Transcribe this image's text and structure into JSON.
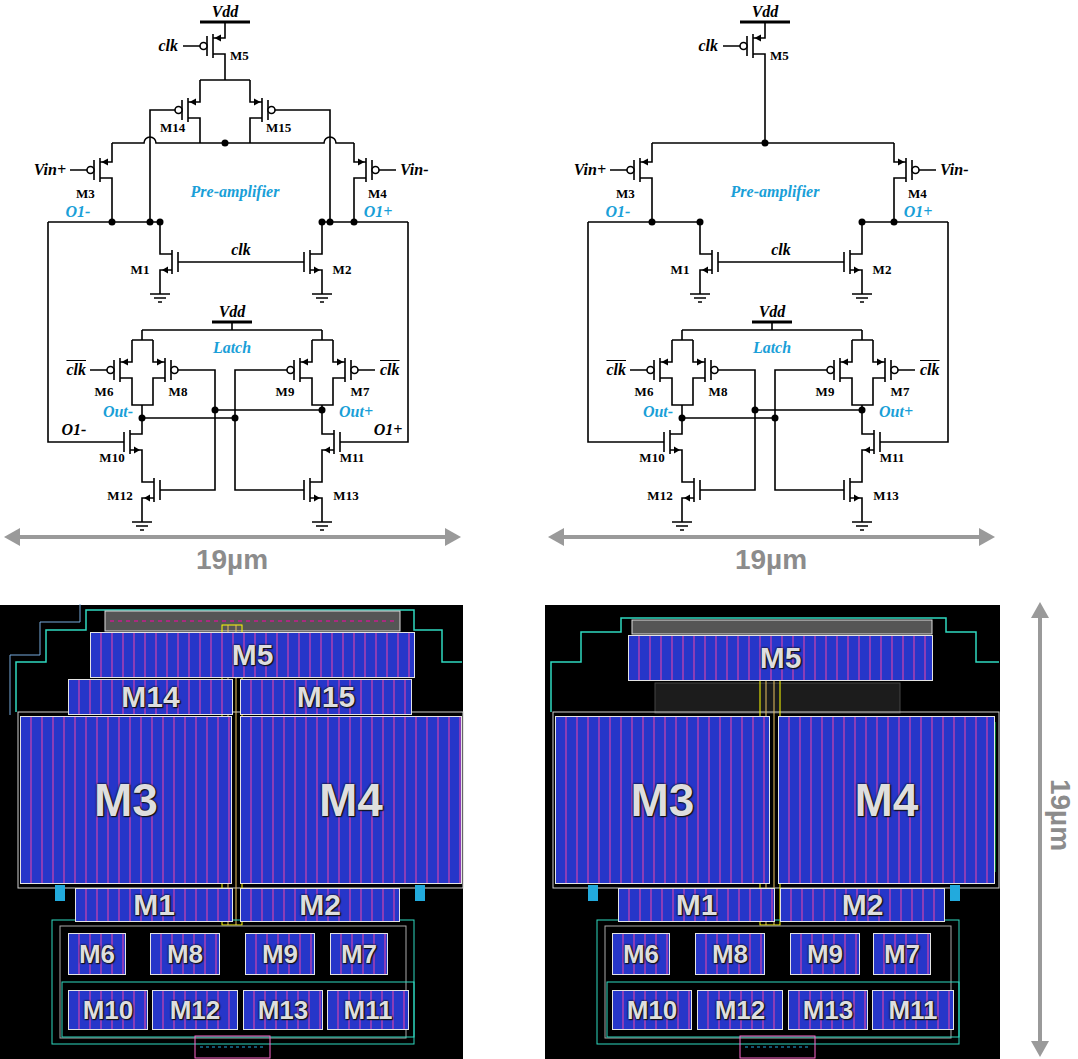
{
  "diagram": {
    "nodes": [
      {
        "text": [
          "M5"
        ]
      },
      {
        "text": [
          "M14"
        ]
      },
      {
        "text": [
          "M15"
        ]
      },
      {
        "text": [
          "M3"
        ]
      },
      {
        "text": [
          "M4"
        ]
      },
      {
        "text": [
          "M1"
        ]
      },
      {
        "text": [
          "M2"
        ]
      },
      {
        "text": [
          "M6"
        ]
      },
      {
        "text": [
          "M8"
        ]
      },
      {
        "text": [
          "M9"
        ]
      },
      {
        "text": [
          "M7"
        ]
      },
      {
        "text": [
          "M10"
        ]
      },
      {
        "text": [
          "M12"
        ]
      },
      {
        "text": [
          "M13"
        ]
      },
      {
        "text": [
          "M11"
        ]
      },
      {
        "text": [
          "M5"
        ]
      },
      {
        "text": [
          "M3"
        ]
      },
      {
        "text": [
          "M4"
        ]
      },
      {
        "text": [
          "M1"
        ]
      },
      {
        "text": [
          "M2"
        ]
      },
      {
        "text": [
          "M6"
        ]
      },
      {
        "text": [
          "M8"
        ]
      },
      {
        "text": [
          "M9"
        ]
      },
      {
        "text": [
          "M7"
        ]
      },
      {
        "text": [
          "M10"
        ]
      },
      {
        "text": [
          "M12"
        ]
      },
      {
        "text": [
          "M13"
        ]
      },
      {
        "text": [
          "M11"
        ]
      }
    ],
    "labels": [
      "Vdd",
      "clk",
      "M5",
      "M14",
      "M15",
      "Vin+",
      "M3",
      "M4",
      "Vin-",
      "Pre-amplifier",
      "O1-",
      "O1+",
      "M1",
      "clk",
      "M2",
      "Vdd",
      "Latch",
      "clk",
      "M6",
      "M8",
      "M9",
      "M7",
      "clk",
      "Out-",
      "Out+",
      "O1-",
      "M10",
      "M11",
      "O1+",
      "M12",
      "M13",
      "Vdd",
      "clk",
      "M5",
      "Vin+",
      "M3",
      "M4",
      "Vin-",
      "Pre-amplifier",
      "O1-",
      "O1+",
      "M1",
      "clk",
      "M2",
      "Vdd",
      "Latch",
      "clk",
      "M6",
      "M8",
      "M9",
      "M7",
      "clk",
      "Out-",
      "Out+",
      "M10",
      "M11",
      "M12",
      "M13",
      "19µm",
      "19µm",
      "19µm"
    ]
  }
}
